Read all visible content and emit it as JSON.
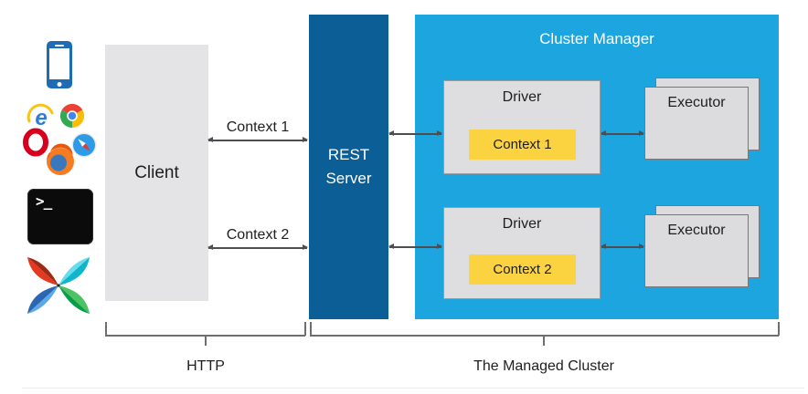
{
  "client": {
    "label": "Client",
    "icons": [
      "smartphone",
      "web-browsers",
      "terminal",
      "airflow-pinwheel"
    ]
  },
  "connections": {
    "context1_label": "Context 1",
    "context2_label": "Context 2"
  },
  "rest_server": {
    "label": "REST Server"
  },
  "cluster_manager": {
    "title": "Cluster Manager",
    "rows": [
      {
        "driver_label": "Driver",
        "context_label": "Context 1",
        "executor_label": "Executor"
      },
      {
        "driver_label": "Driver",
        "context_label": "Context 2",
        "executor_label": "Executor"
      }
    ]
  },
  "legend": {
    "http_label": "HTTP",
    "managed_cluster_label": "The Managed Cluster"
  },
  "terminal_prompt": ">_",
  "colors": {
    "rest_blue": "#0C5E96",
    "cluster_blue": "#1CA5DF",
    "client_gray": "#E4E4E6",
    "box_gray": "#DEDEE0",
    "yellow": "#FBD23F",
    "arrow": "#4E4E50"
  }
}
